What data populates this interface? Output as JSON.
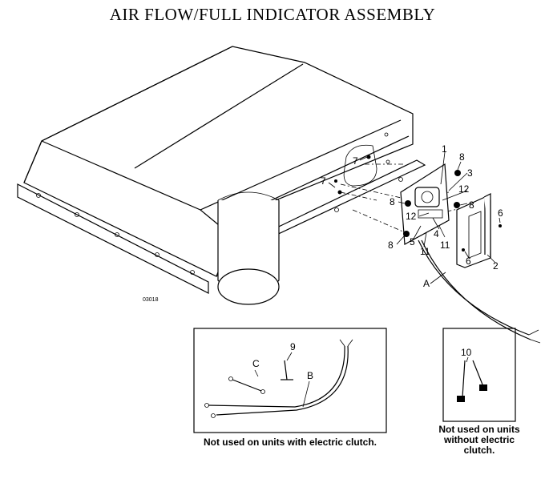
{
  "title": "AIR FLOW/FULL INDICATOR ASSEMBLY",
  "drawing_number": "03018",
  "callouts": {
    "c1": "1",
    "c2": "2",
    "c3": "3",
    "c4": "4",
    "c5": "5",
    "c6a": "6",
    "c6b": "6",
    "c7a": "7",
    "c7b": "7",
    "c8a": "8",
    "c8b": "8",
    "c8c": "8",
    "c8d": "8",
    "c9": "9",
    "c10": "10",
    "c11a": "11",
    "c11b": "11",
    "c12a": "12",
    "c12b": "12",
    "cA": "A",
    "cB": "B",
    "cC": "C"
  },
  "notes": {
    "left_box": "Not used on units with electric clutch.",
    "right_box_line1": "Not used on units",
    "right_box_line2": "without electric",
    "right_box_line3": "clutch."
  }
}
